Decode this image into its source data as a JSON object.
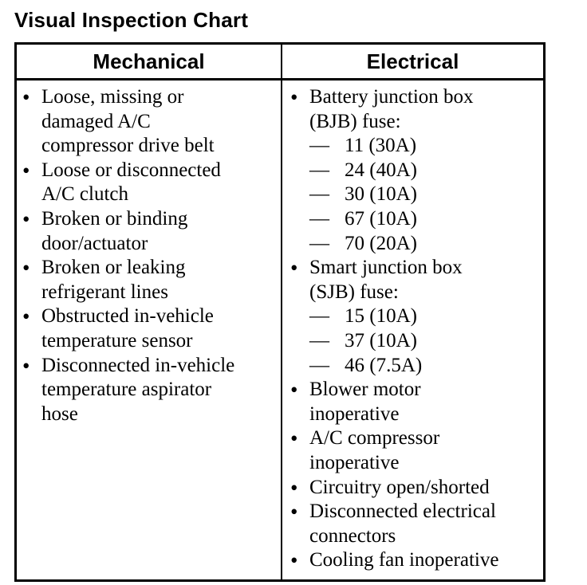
{
  "page": {
    "title": "Visual Inspection Chart"
  },
  "glyphs": {
    "bullet": "•",
    "dash": "—"
  },
  "colors": {
    "text": "#000000",
    "background": "#ffffff",
    "border": "#000000"
  },
  "table": {
    "columns": [
      {
        "header": "Mechanical",
        "items": [
          {
            "lines": [
              "Loose, missing or",
              "damaged A/C",
              "compressor drive belt"
            ]
          },
          {
            "lines": [
              "Loose or disconnected",
              "A/C clutch"
            ]
          },
          {
            "lines": [
              "Broken or binding",
              "door/actuator"
            ]
          },
          {
            "lines": [
              "Broken or leaking",
              "refrigerant lines"
            ]
          },
          {
            "lines": [
              "Obstructed in-vehicle",
              "temperature sensor"
            ]
          },
          {
            "lines": [
              "Disconnected in-vehicle",
              "temperature aspirator",
              "hose"
            ]
          }
        ]
      },
      {
        "header": "Electrical",
        "items": [
          {
            "lines": [
              "Battery junction box",
              "(BJB) fuse:"
            ],
            "sub_items": [
              "11 (30A)",
              "24 (40A)",
              "30 (10A)",
              "67 (10A)",
              "70 (20A)"
            ]
          },
          {
            "lines": [
              "Smart junction box",
              "(SJB) fuse:"
            ],
            "sub_items": [
              "15 (10A)",
              "37 (10A)",
              "46 (7.5A)"
            ]
          },
          {
            "lines": [
              "Blower motor",
              "inoperative"
            ]
          },
          {
            "lines": [
              "A/C compressor",
              "inoperative"
            ]
          },
          {
            "lines": [
              "Circuitry open/shorted"
            ]
          },
          {
            "lines": [
              "Disconnected electrical",
              "connectors"
            ]
          },
          {
            "lines": [
              "Cooling fan inoperative"
            ]
          }
        ]
      }
    ]
  }
}
